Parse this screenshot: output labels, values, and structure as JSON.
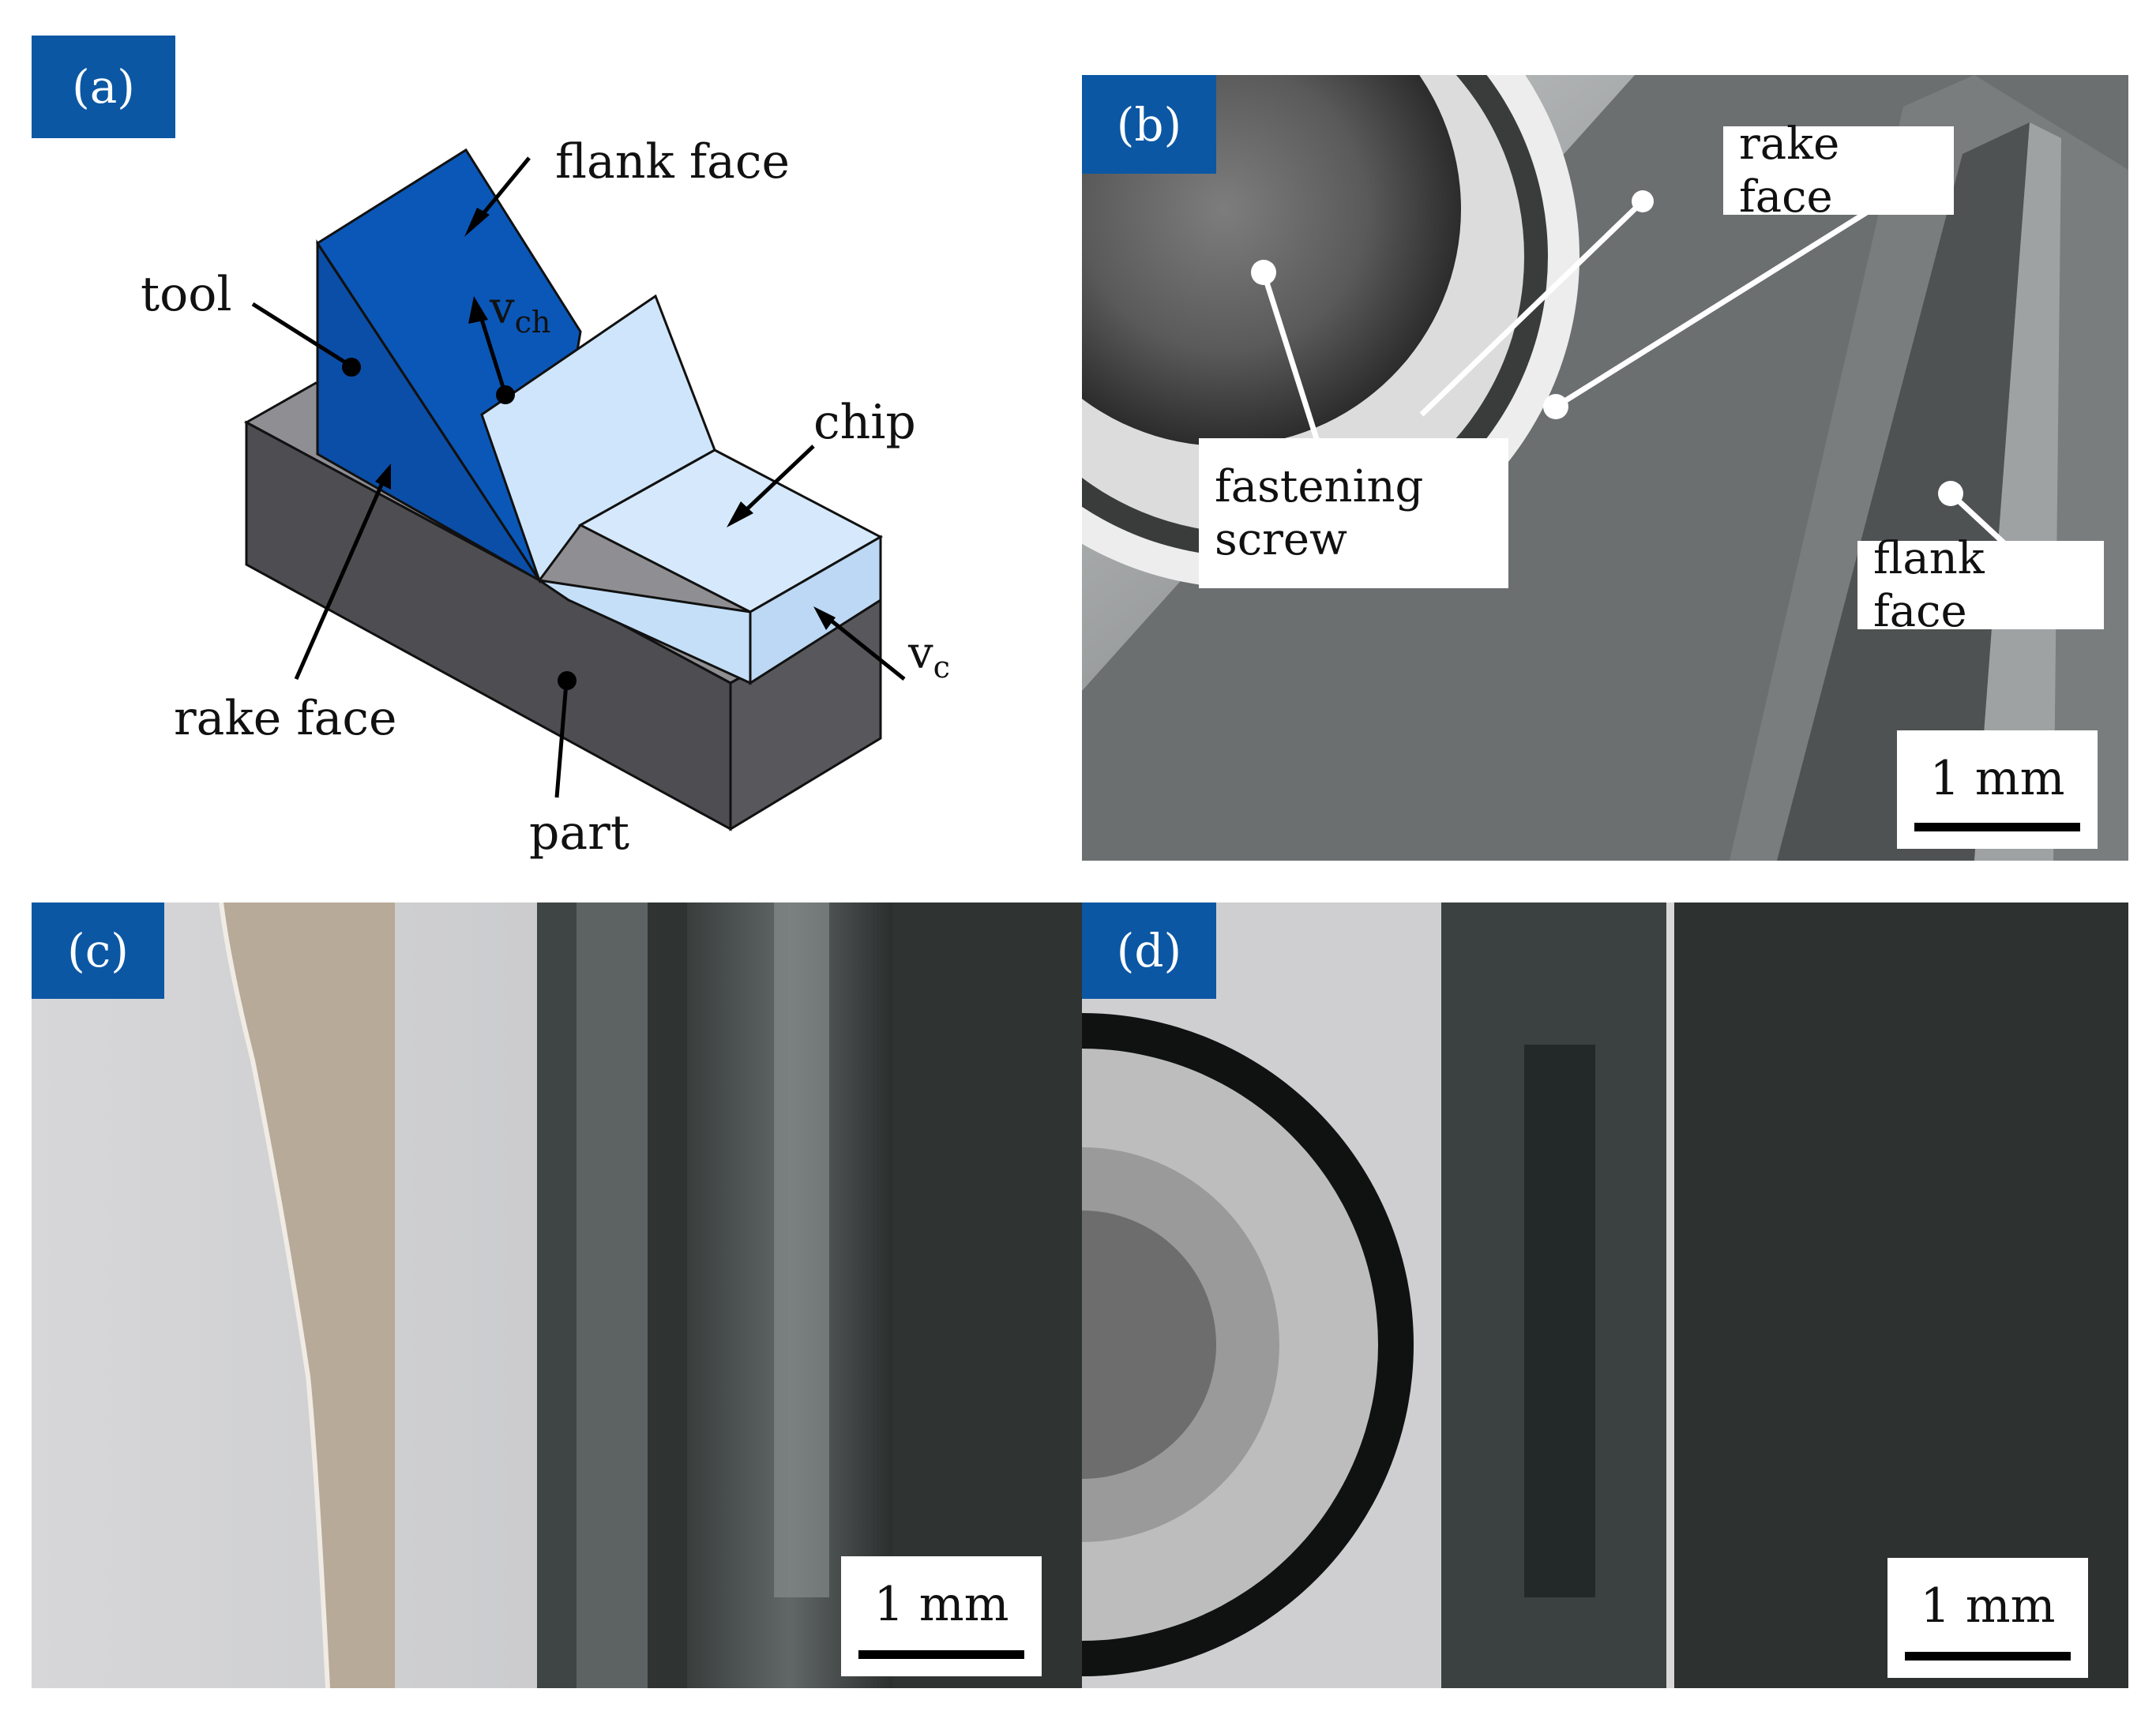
{
  "panels": {
    "a": {
      "tag": "(a)",
      "labels": {
        "flank_face": "flank face",
        "tool": "tool",
        "vch_main": "v",
        "vch_sub": "ch",
        "chip": "chip",
        "vc_main": "v",
        "vc_sub": "c",
        "rake_face": "rake face",
        "part": "part"
      }
    },
    "b": {
      "tag": "(b)",
      "callouts": {
        "rake_face": "rake face",
        "fastening_line1": "fastening",
        "fastening_line2": "screw",
        "flank_face": "flank face"
      },
      "scale": "1 mm"
    },
    "c": {
      "tag": "(c)",
      "scale": "1 mm"
    },
    "d": {
      "tag": "(d)",
      "scale": "1 mm"
    }
  },
  "colors": {
    "tag_blue": "#0b57a4",
    "tool_blue": "#0b57b8",
    "chip_light": "#cfe5fb",
    "part_dark": "#4e4e52"
  }
}
